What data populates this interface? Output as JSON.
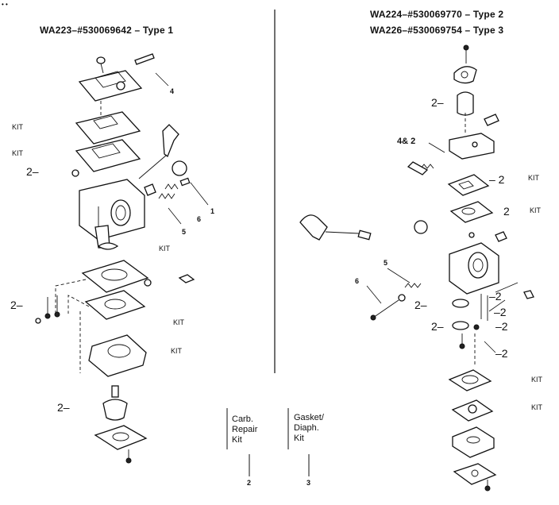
{
  "left": {
    "title": "WA223–#530069642 – Type 1",
    "labels": {
      "n4": "4",
      "n6": "6",
      "n1": "1",
      "n5": "5",
      "kit1": "KIT",
      "kit2": "KIT",
      "kit3": "KIT",
      "kit4": "KIT",
      "kit5": "KIT",
      "d1": "2–",
      "d2": "2–",
      "d3": "2–"
    }
  },
  "right": {
    "title1": "WA224–#530069770 – Type 2",
    "title2": "WA226–#530069754 – Type 3",
    "labels": {
      "four2": "4& 2",
      "n5": "5",
      "n6": "6",
      "kit1": "KIT",
      "kit2": "KIT",
      "kit3": "KIT",
      "kit4": "KIT",
      "d_top": "2–",
      "d_a": "– 2",
      "d_b": "2",
      "d_c": "–2",
      "d_d": "2–",
      "d_e": "–2",
      "d_f": "2–",
      "d_g": "–2",
      "d_h": "–2"
    }
  },
  "legend": {
    "carb": "Carb. Repair Kit",
    "carb_num": "2",
    "gasket": "Gasket/ Diaph. Kit",
    "gasket_num": "3"
  }
}
